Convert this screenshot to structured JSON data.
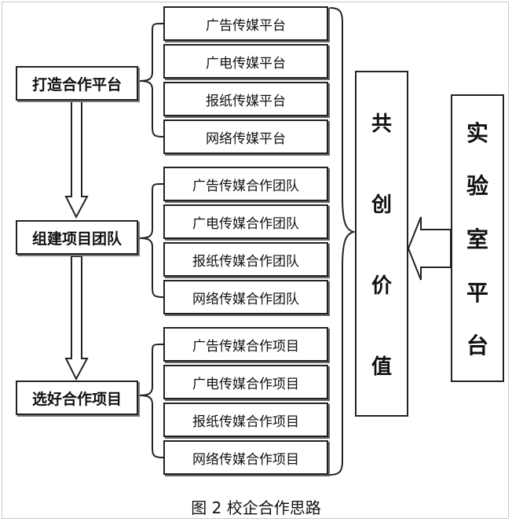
{
  "stages": [
    {
      "label": "打造合作平台"
    },
    {
      "label": "组建项目团队"
    },
    {
      "label": "选好合作项目"
    }
  ],
  "groups": [
    {
      "items": [
        "广告传媒平台",
        "广电传媒平台",
        "报纸传媒平台",
        "网络传媒平台"
      ]
    },
    {
      "items": [
        "广告传媒合作团队",
        "广电传媒合作团队",
        "报纸传媒合作团队",
        "网络传媒合作团队"
      ]
    },
    {
      "items": [
        "广告传媒合作项目",
        "广电传媒合作项目",
        "报纸传媒合作项目",
        "网络传媒合作项目"
      ]
    }
  ],
  "shared_value": {
    "chars": [
      "共",
      "创",
      "价",
      "值"
    ]
  },
  "lab_platform": {
    "chars": [
      "实",
      "验",
      "室",
      "平",
      "台"
    ]
  },
  "caption": "图 2  校企合作思路"
}
